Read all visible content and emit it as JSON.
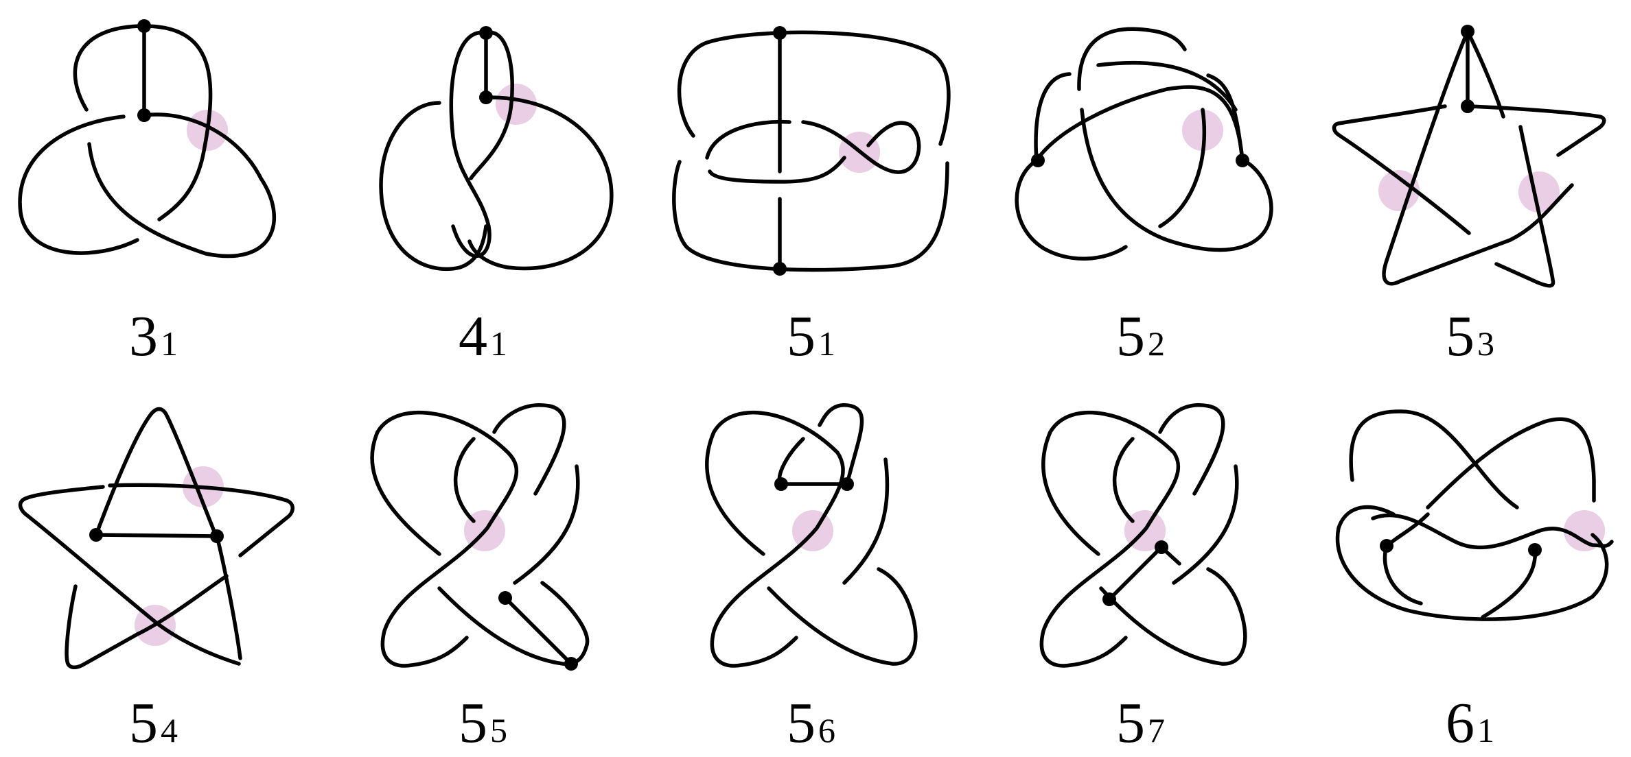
{
  "diagram": {
    "highlight_color": "#d8a6cf",
    "stroke_color": "#000000",
    "knots": [
      {
        "id": "3_1",
        "label": {
          "main": "3",
          "sub": "1"
        }
      },
      {
        "id": "4_1",
        "label": {
          "main": "4",
          "sub": "1"
        }
      },
      {
        "id": "5_1",
        "label": {
          "main": "5",
          "sub": "1"
        }
      },
      {
        "id": "5_2",
        "label": {
          "main": "5",
          "sub": "2"
        }
      },
      {
        "id": "5_3",
        "label": {
          "main": "5",
          "sub": "3"
        }
      },
      {
        "id": "5_4",
        "label": {
          "main": "5",
          "sub": "4"
        }
      },
      {
        "id": "5_5",
        "label": {
          "main": "5",
          "sub": "5"
        }
      },
      {
        "id": "5_6",
        "label": {
          "main": "5",
          "sub": "6"
        }
      },
      {
        "id": "5_7",
        "label": {
          "main": "5",
          "sub": "7"
        }
      },
      {
        "id": "6_1",
        "label": {
          "main": "6",
          "sub": "1"
        }
      }
    ]
  }
}
